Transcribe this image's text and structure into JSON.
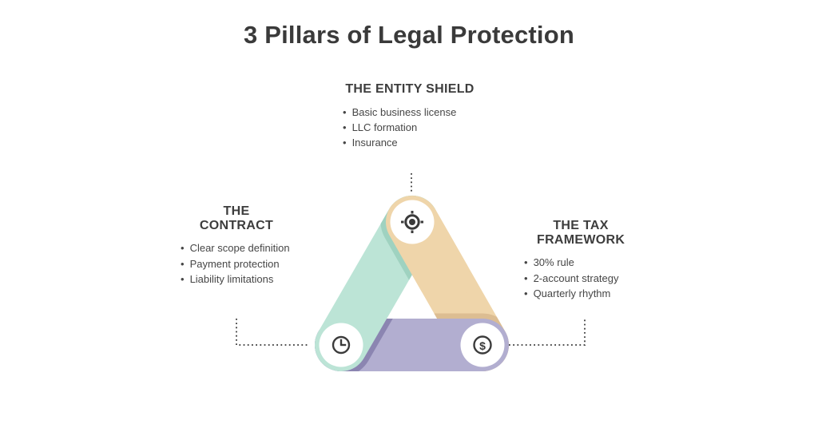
{
  "title": "3 Pillars of Legal Protection",
  "pillars": [
    {
      "heading": "THE ENTITY SHIELD",
      "icon": "target-icon",
      "items": [
        "Basic business license",
        "LLC formation",
        "Insurance"
      ]
    },
    {
      "heading": "THE CONTRACT",
      "icon": "clock-icon",
      "items": [
        "Clear scope definition",
        "Payment protection",
        "Liability limitations"
      ]
    },
    {
      "heading": "THE TAX FRAMEWORK",
      "icon": "dollar-icon",
      "items": [
        "30% rule",
        "2-account strategy",
        "Quarterly rhythm"
      ]
    }
  ],
  "icons": {
    "dollar_glyph": "$"
  },
  "colors": {
    "teal": "#bce4d6",
    "teal_shadow": "#9fd2c0",
    "tan": "#efd5aa",
    "tan_shadow": "#dcbd92",
    "purple": "#b2aed0",
    "purple_shadow": "#8b85b1",
    "icon": "#3b3b3b",
    "badge": "#ffffff",
    "text_dark": "#3a3a3a",
    "text_heading": "#3d3d3d",
    "text_body": "#464646",
    "connector": "#4f4f4f",
    "background": "#ffffff"
  }
}
